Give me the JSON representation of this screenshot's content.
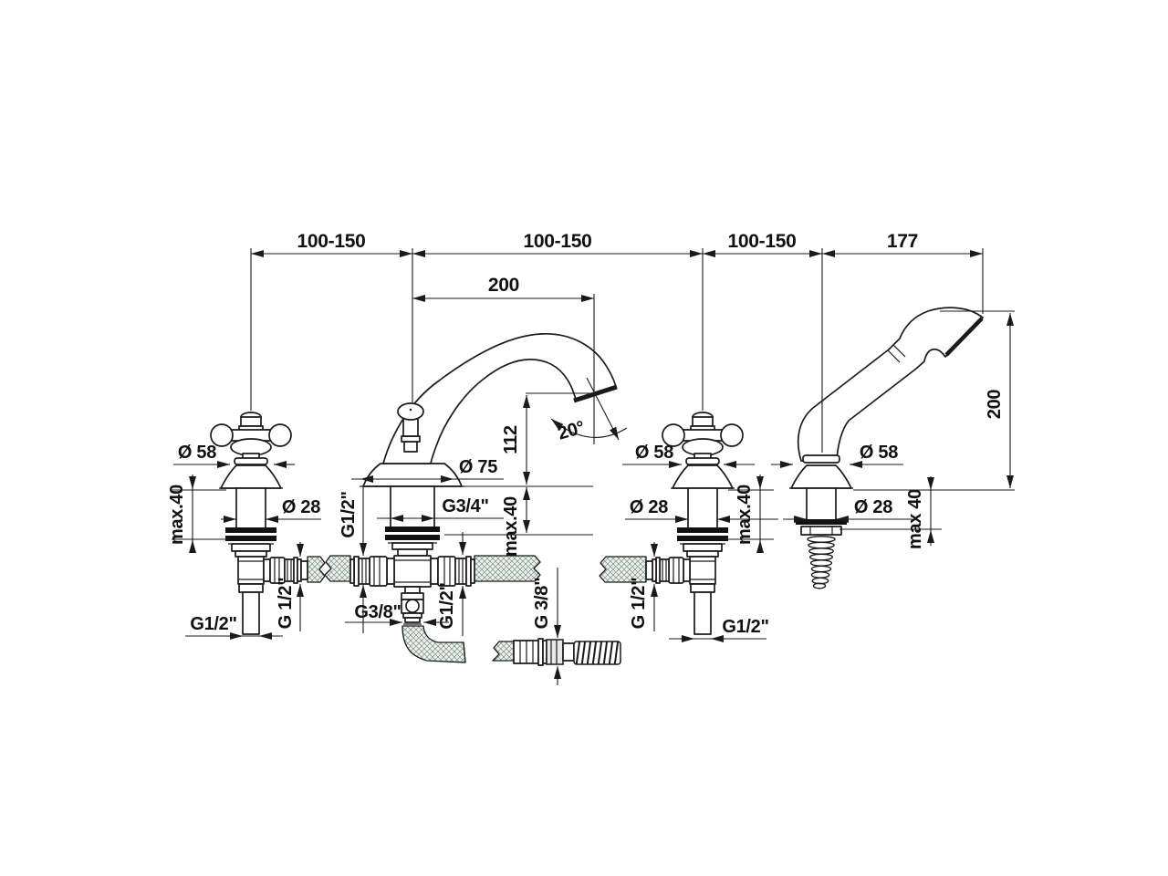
{
  "dims": {
    "spacing1": "100-150",
    "spacing2": "100-150",
    "spacing3": "100-150",
    "spacing4": "177",
    "spout_reach": "200",
    "spout_height": "112",
    "spout_angle": "20°",
    "shower_height": "200"
  },
  "labels": {
    "dia_rosette": "Ø 58",
    "dia_shank": "Ø 28",
    "dia_spout_base": "Ø 75",
    "max_thickness": "max.40",
    "max_thickness_shower": "max 40",
    "thread_g12": "G1/2\"",
    "thread_g12_sp": "G 1/2\"",
    "thread_g34": "G3/4\"",
    "thread_g38": "G3/8\"",
    "thread_g38_sp": "G 3/8\""
  }
}
